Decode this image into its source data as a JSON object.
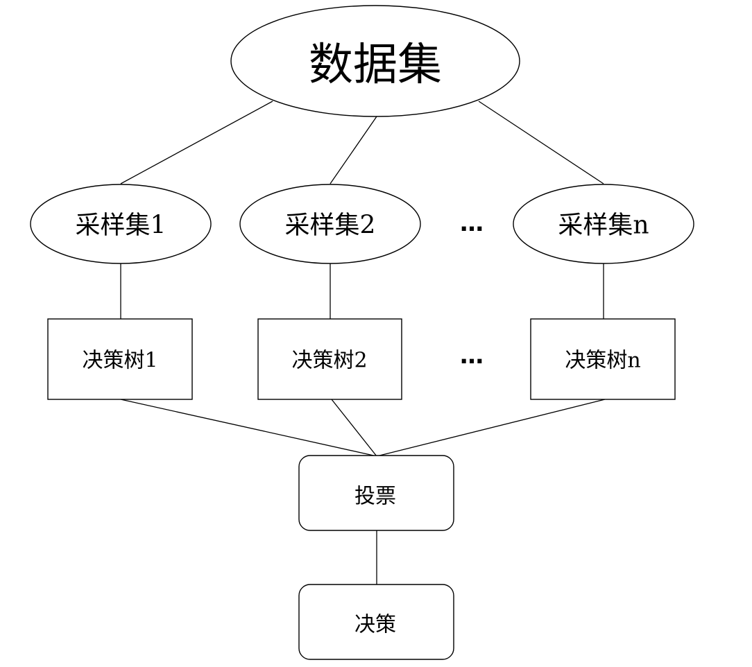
{
  "diagram": {
    "root": {
      "label": "数据集"
    },
    "samples": [
      {
        "label": "采样集1"
      },
      {
        "label": "采样集2"
      },
      {
        "label": "采样集n"
      }
    ],
    "trees": [
      {
        "label": "决策树1"
      },
      {
        "label": "决策树2"
      },
      {
        "label": "决策树n"
      }
    ],
    "ellipsis": "…",
    "vote": {
      "label": "投票"
    },
    "decision": {
      "label": "决策"
    }
  }
}
